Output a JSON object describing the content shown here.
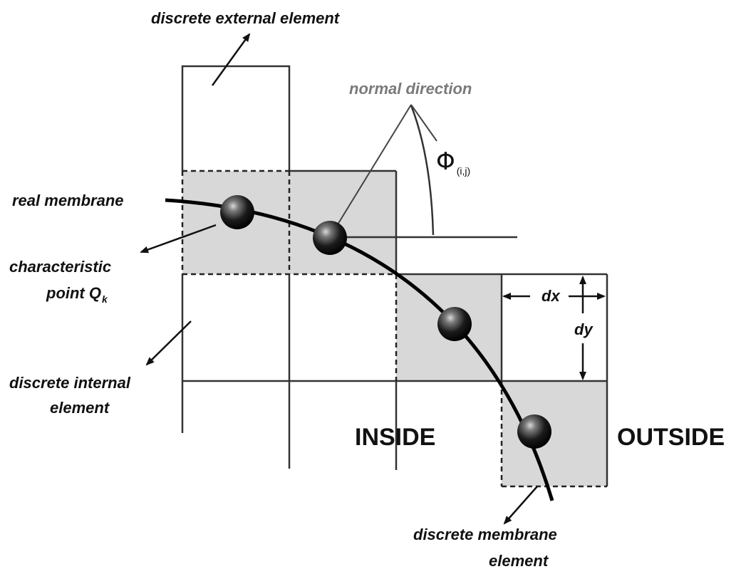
{
  "labels": {
    "external_element": "discrete external element",
    "normal_direction": "normal direction",
    "phi_symbol": "Φ",
    "phi_subscript": "(i,j)",
    "real_membrane": "real membrane",
    "characteristic_point_line1": "characteristic",
    "characteristic_point_line2": "point Q",
    "characteristic_point_subscript": "k",
    "dx": "dx",
    "dy": "dy",
    "internal_element_line1": "discrete internal",
    "internal_element_line2": "element",
    "inside": "INSIDE",
    "outside": "OUTSIDE",
    "membrane_element_line1": "discrete membrane",
    "membrane_element_line2": "element"
  },
  "colors": {
    "membrane_cell_fill": "#d8d8d8",
    "grid_line": "#333333",
    "normal_label": "#7a7a7a"
  }
}
